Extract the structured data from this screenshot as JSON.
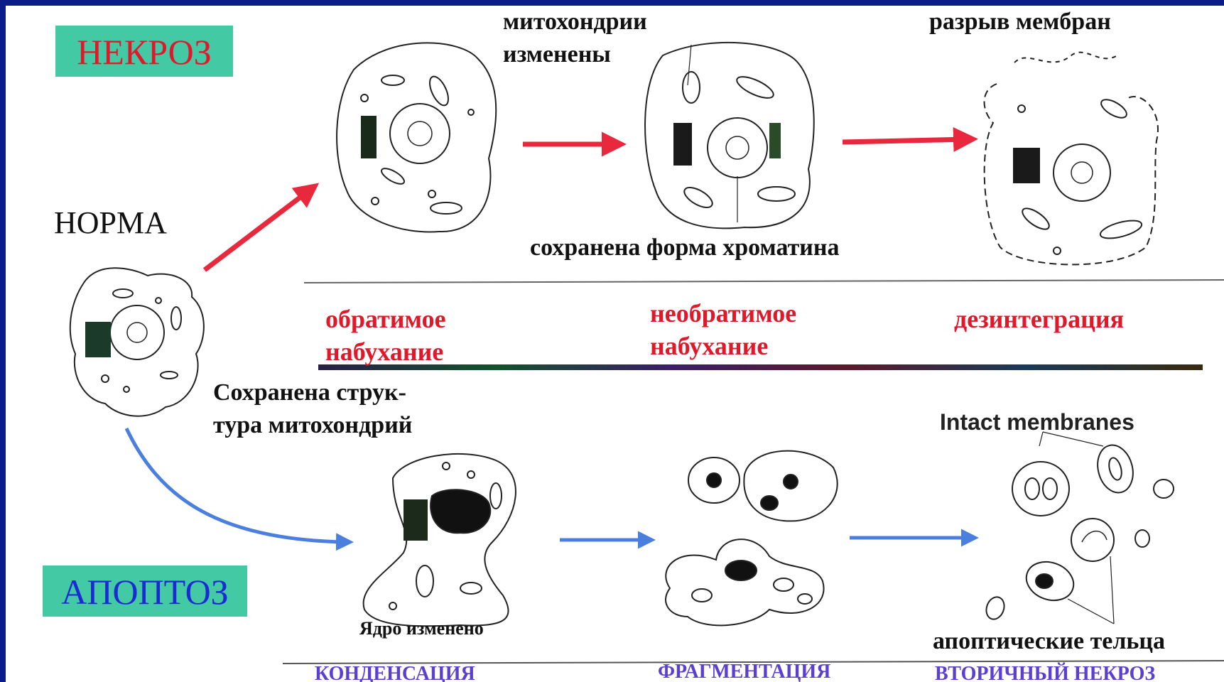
{
  "labels": {
    "necrosis": "НЕКРОЗ",
    "apoptosis": "АПОПТОЗ",
    "norm": "НОРМА",
    "mito_changed": "митохондрии\nизменены",
    "membrane_rupture": "разрыв мембран",
    "chromatin_preserved": "сохранена форма хроматина",
    "mito_preserved": "Сохранена струк-\nтура митохондрий",
    "intact_membranes": "Intact membranes",
    "nucleus_changed": "Ядро изменено",
    "apoptotic_bodies": "апоптические тельца"
  },
  "stages": {
    "necrosis": [
      "обратимое\nнабухание",
      "необратимое\nнабухание",
      "дезинтеграция"
    ],
    "apoptosis": [
      "КОНДЕНСАЦИЯ",
      "ФРАГМЕНТАЦИЯ",
      "ВТОРИЧНЫЙ НЕКРОЗ"
    ]
  },
  "colors": {
    "background": "#0b1c88",
    "slide": "#ffffff",
    "tag_bg": "#43c9a4",
    "necrosis_text": "#e0182a",
    "apoptosis_text": "#1a2bd6",
    "red_arrow": "#e8283c",
    "blue_arrow": "#4a7fe0",
    "stage_blue": "#5a3fd0"
  }
}
